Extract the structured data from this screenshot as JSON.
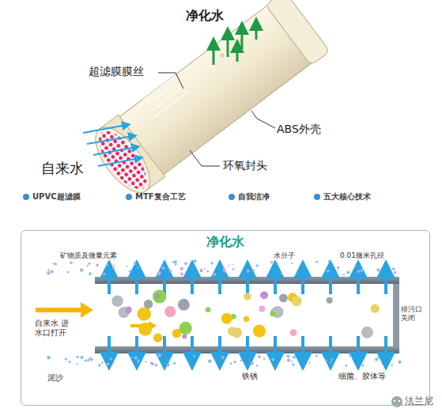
{
  "diagram": {
    "nodes": [
      {
        "text": [
          "净化水"
        ]
      }
    ],
    "labels": [
      "净化水",
      "超滤膜膜丝",
      "ABS外壳",
      "自来水",
      "环氧封头",
      "UPVC超滤膜",
      "MTF复合工艺",
      "自我洁净",
      "五大核心技术",
      "矿物质及微量元素",
      "水分子",
      "0.01微米孔径",
      "自来水 进水口打开",
      "排污口关闭",
      "泥沙",
      "铁锈",
      "细菌、胶体等",
      "法兰尼"
    ]
  }
}
